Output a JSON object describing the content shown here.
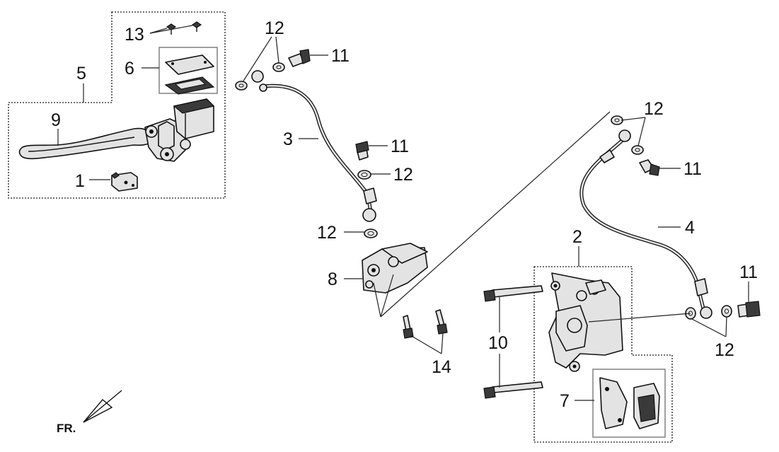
{
  "diagram": {
    "orientation_label": "FR.",
    "callouts": {
      "c1": "1",
      "c2": "2",
      "c3": "3",
      "c4": "4",
      "c5": "5",
      "c6": "6",
      "c7": "7",
      "c8": "8",
      "c9": "9",
      "c10": "10",
      "c11a": "11",
      "c11b": "11",
      "c11c": "11",
      "c11d": "11",
      "c12a": "12",
      "c12b": "12",
      "c12c": "12",
      "c12d": "12",
      "c12e": "12",
      "c13": "13",
      "c14": "14"
    }
  }
}
